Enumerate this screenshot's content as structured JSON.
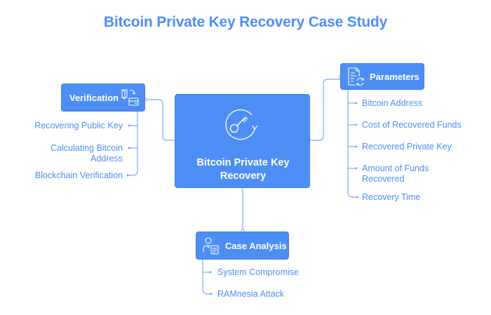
{
  "title": "Bitcoin Private Key Recovery Case Study",
  "center": {
    "label_line1": "Bitcoin Private Key",
    "label_line2": "Recovery",
    "icon": "key-recovery-icon"
  },
  "verification": {
    "label": "Verification",
    "icon": "verification-icon",
    "items": [
      "Recovering Public Key",
      "Calculating Bitcoin",
      "Address",
      "Blockchain Verification"
    ]
  },
  "parameters": {
    "label": "Parameters",
    "icon": "document-refresh-icon",
    "items": [
      "Bitcoin Address",
      "Cost of Recovered Funds",
      "Recovered Private Key",
      "Amount of Funds",
      "Recovered",
      "Recovery Time"
    ]
  },
  "case_analysis": {
    "label": "Case Analysis",
    "icon": "person-document-icon",
    "items": [
      "System Compromise",
      "RAMnesia Attack"
    ]
  },
  "colors": {
    "accent": "#4d8ef5",
    "line": "#7aaaf7"
  }
}
